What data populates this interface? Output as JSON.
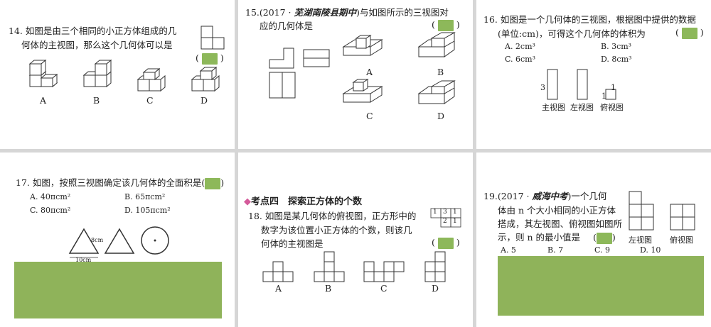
{
  "q14": {
    "line1": "14. 如图是由三个相同的小正方体组成的几",
    "line2": "何体的主视图，那么这个几何体可以是",
    "paren_l": "(",
    "paren_r": ")",
    "options": [
      "A",
      "B",
      "C",
      "D"
    ]
  },
  "q15": {
    "line1_prefix": "15.(2017 · ",
    "line1_source": "芜湖南陵县期中",
    "line1_suffix": ")与如图所示的三视图对",
    "line2": "应的几何体是",
    "paren_l": "(",
    "paren_r": ")",
    "options": [
      "A",
      "B",
      "C",
      "D"
    ]
  },
  "q16": {
    "line1": "16. 如图是一个几何体的三视图，根据图中提供的数据",
    "line2": "(单位:cm)，可得这个几何体的体积为",
    "paren_l": "(",
    "paren_r": ")",
    "choices": [
      "A. 2cm³",
      "B. 3cm³",
      "C. 6cm³",
      "D. 8cm³"
    ],
    "view_labels": [
      "主视图",
      "左视图",
      "俯视图"
    ],
    "dim3": "3",
    "dim1a": "1",
    "dim1b": "1"
  },
  "q17": {
    "line1": "17. 如图，按照三视图确定该几何体的全面积是",
    "paren_l": "(",
    "paren_r": ")",
    "choices": [
      "A. 40πcm²",
      "B. 65πcm²",
      "C. 80πcm²",
      "D. 105πcm²"
    ],
    "dim8": "8cm",
    "dim10": "10cm"
  },
  "kp4": {
    "diamond": "◆",
    "title": "考点四　探索正方体的个数"
  },
  "q18": {
    "line1": "18. 如图是某几何体的俯视图，正方形中的",
    "line2": "数字为该位置小正方体的个数，则该几",
    "line3": "何体的主视图是",
    "paren_l": "(",
    "paren_r": ")",
    "grid": [
      "1",
      "3",
      "1",
      "2",
      "1"
    ],
    "options": [
      "A",
      "B",
      "C",
      "D"
    ]
  },
  "q19": {
    "line1_prefix": "19.(2017 · ",
    "line1_source": "威海中考",
    "line1_suffix": ")一个几何",
    "line2": "体由 n 个大小相同的小正方体",
    "line3": "搭成，其左视图、俯视图如图所",
    "line4": "示，则 n 的最小值是",
    "paren_l": "(",
    "paren_r": ")",
    "view_labels": [
      "左视图",
      "俯视图"
    ],
    "choices": [
      "A. 5",
      "B. 7",
      "C. 9",
      "D. 10"
    ]
  },
  "colors": {
    "answer_green": "#8db85a",
    "accent_pink": "#d45a9a"
  }
}
